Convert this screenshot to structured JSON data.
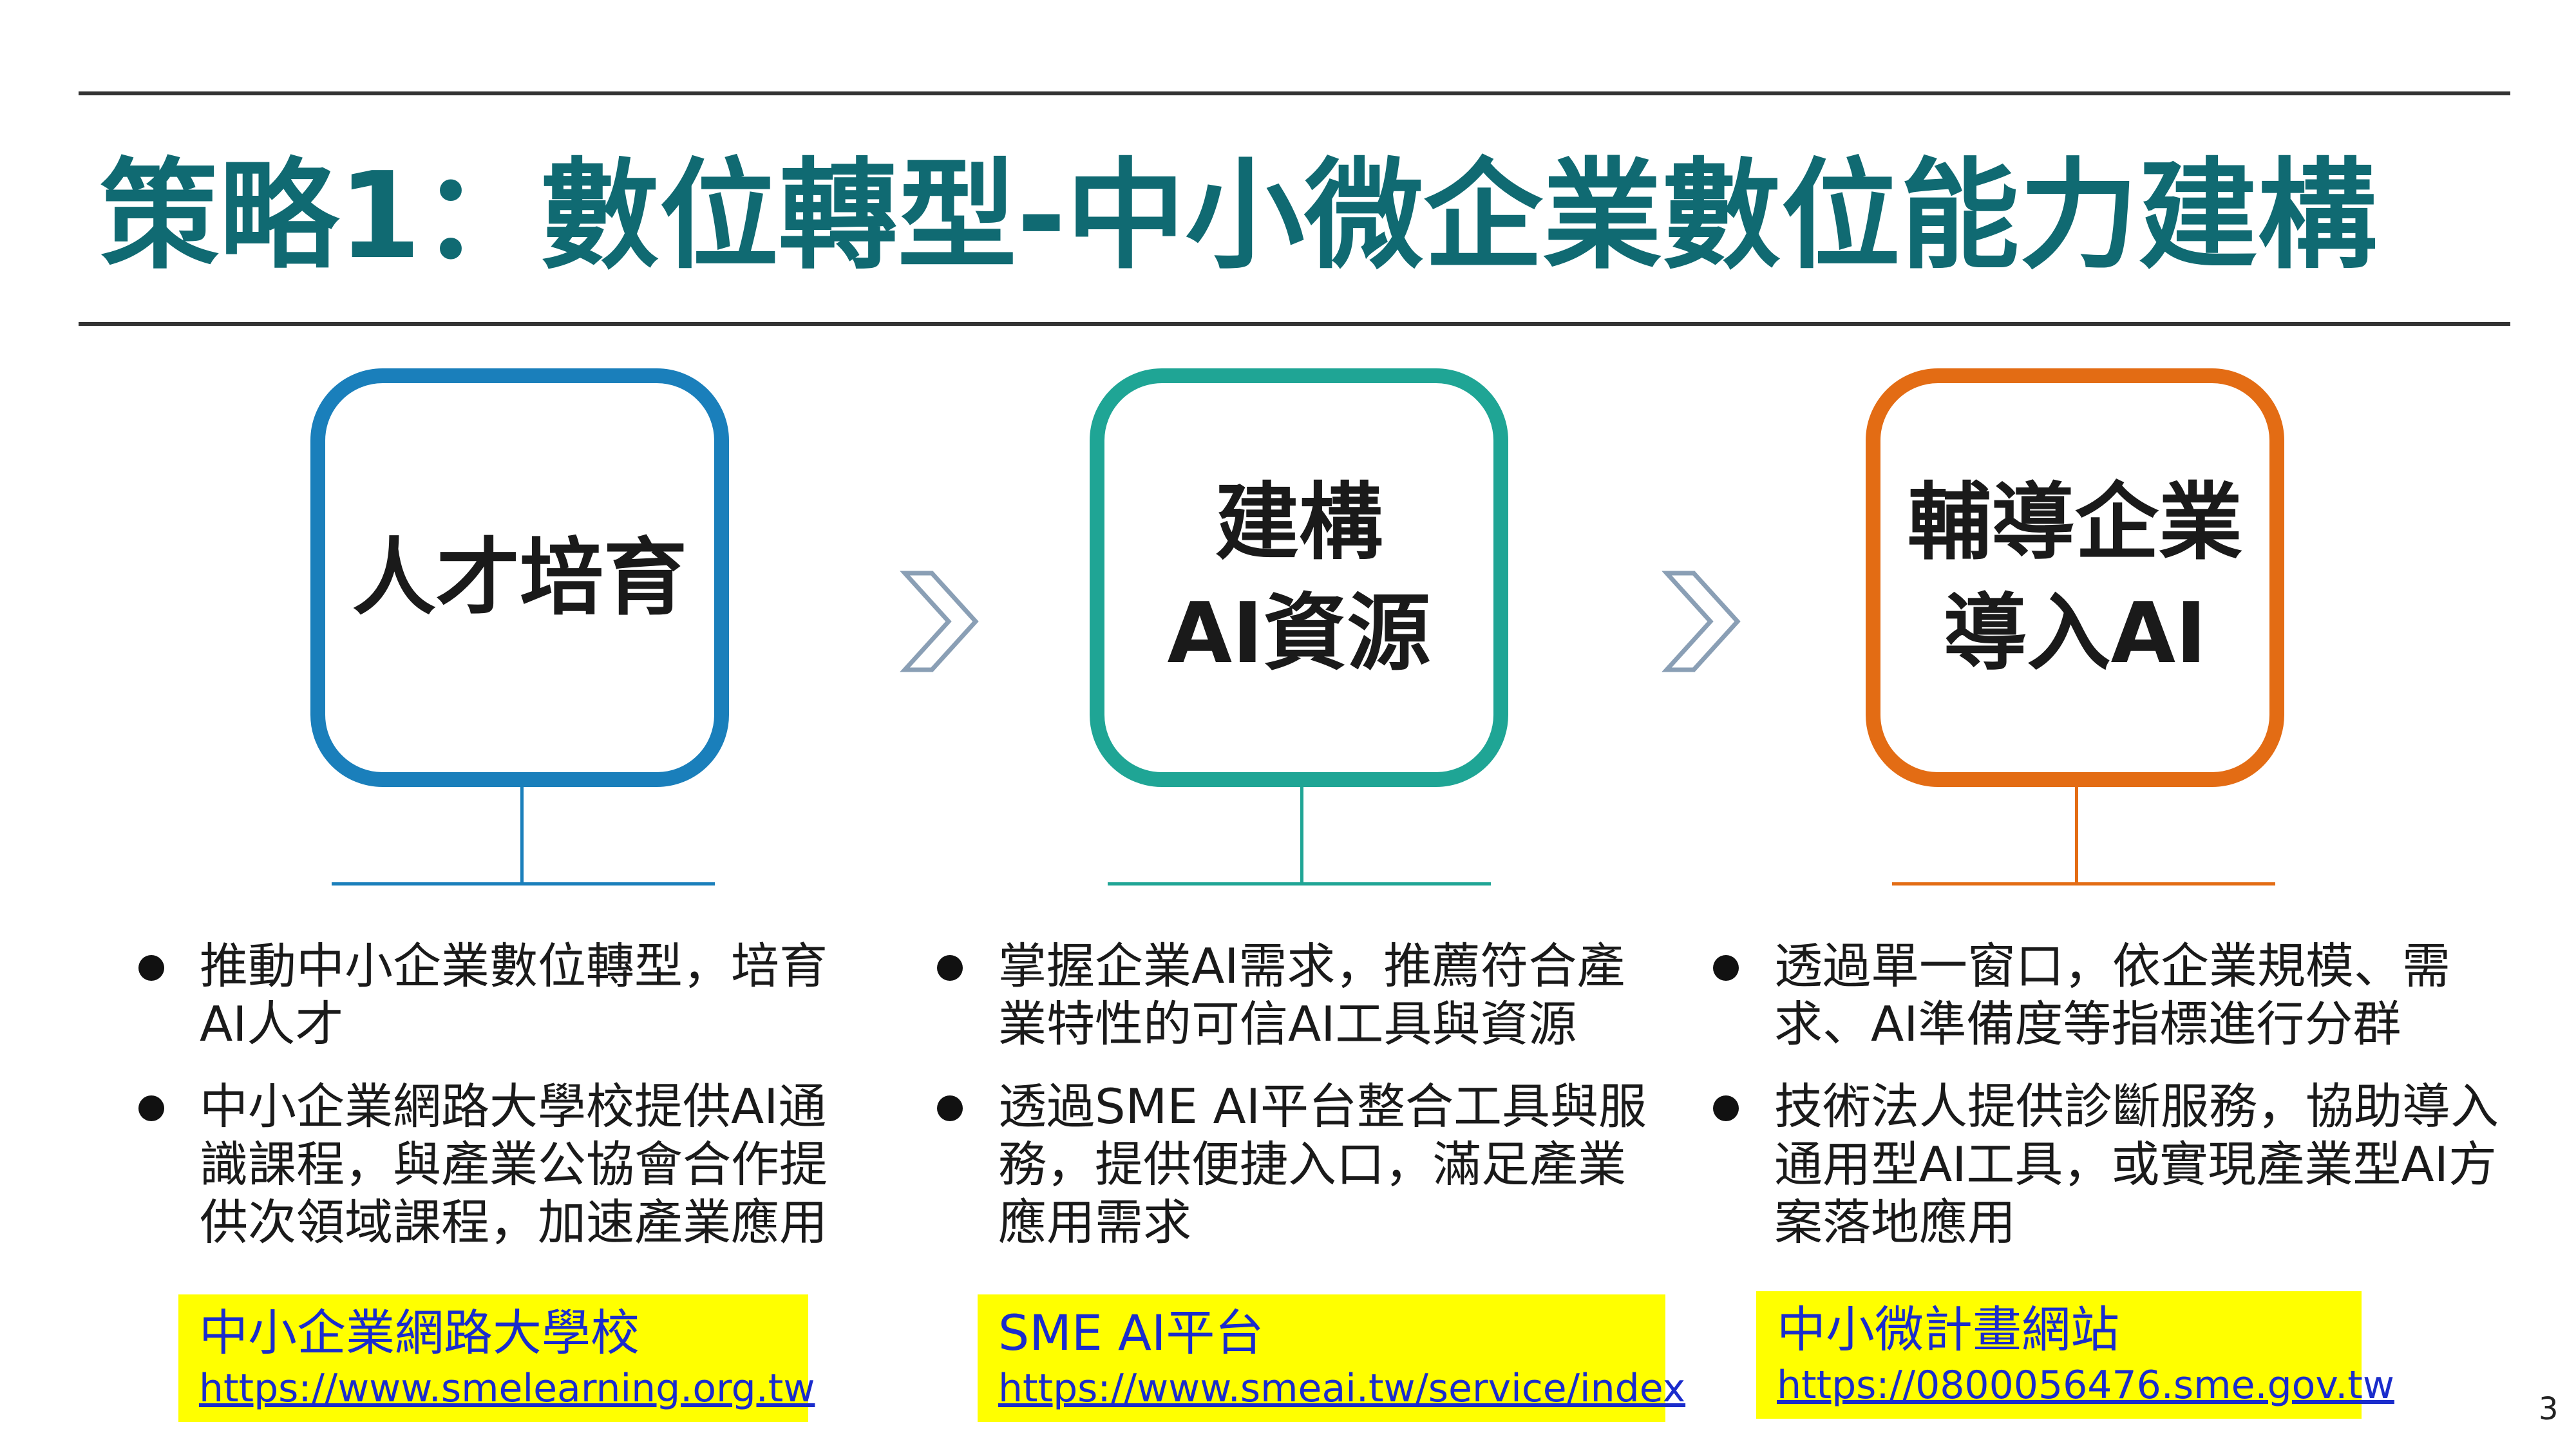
{
  "title": "策略1：數位轉型-中小微企業數位能力建構",
  "colors": {
    "title": "#106a72",
    "col1": "#1a7fbb",
    "col2": "#1fa595",
    "col3": "#e36c14",
    "chevron": "#8a9fb5",
    "highlight": "#ffff00",
    "link": "#1a2ccc"
  },
  "icons": [
    "chevron-right-icon",
    "chevron-right-icon"
  ],
  "columns": [
    {
      "box_lines": [
        "人才培育"
      ],
      "bullets": [
        "推動中小企業數位轉型，培育AI人才",
        "中小企業網路大學校提供AI通識課程，與產業公協會合作提供次領域課程，加速產業應用"
      ],
      "link_name": "中小企業網路大學校",
      "link_url": "https://www.smelearning.org.tw"
    },
    {
      "box_lines": [
        "建構",
        "AI資源"
      ],
      "bullets": [
        "掌握企業AI需求，推薦符合產業特性的可信AI工具與資源",
        "透過SME AI平台整合工具與服務，提供便捷入口，滿足產業應用需求"
      ],
      "link_name": "SME AI平台",
      "link_url": "https://www.smeai.tw/service/index"
    },
    {
      "box_lines": [
        "輔導企業",
        "導入AI"
      ],
      "bullets": [
        "透過單一窗口，依企業規模、需求、AI準備度等指標進行分群",
        "技術法人提供診斷服務，協助導入通用型AI工具，或實現產業型AI方案落地應用"
      ],
      "link_name": "中小微計畫網站",
      "link_url": "https://0800056476.sme.gov.tw"
    }
  ],
  "page_number": "3"
}
